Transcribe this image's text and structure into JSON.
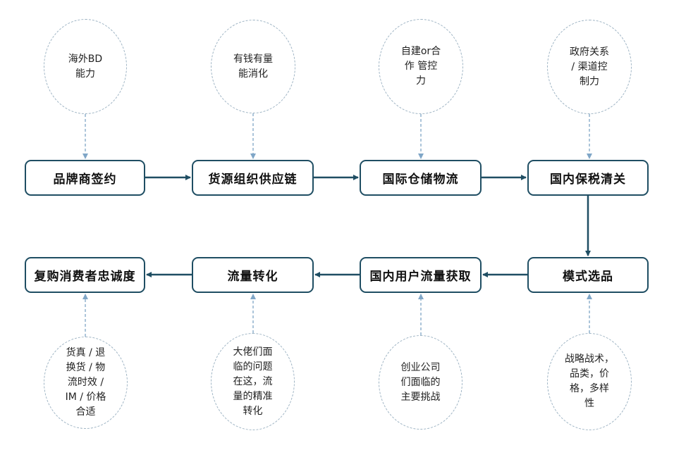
{
  "steps": [
    {
      "id": "p1",
      "label": "品牌商签约"
    },
    {
      "id": "p2",
      "label": "货源组织供应链"
    },
    {
      "id": "p3",
      "label": "国际仓储物流"
    },
    {
      "id": "p4",
      "label": "国内保税清关"
    },
    {
      "id": "p5",
      "label": "模式选品"
    },
    {
      "id": "p6",
      "label": "国内用户流量获取"
    },
    {
      "id": "p7",
      "label": "流量转化"
    },
    {
      "id": "p8",
      "label": "复购消费者忠诚度"
    }
  ],
  "notes": [
    {
      "attaches_to": "p1",
      "text": "海外BD\n能力"
    },
    {
      "attaches_to": "p2",
      "text": "有钱有量\n能消化"
    },
    {
      "attaches_to": "p3",
      "text": "自建or合\n作 管控\n力"
    },
    {
      "attaches_to": "p4",
      "text": "政府关系\n/ 渠道控\n制力"
    },
    {
      "attaches_to": "p8",
      "text": "货真 / 退\n换货 / 物\n流时效 /\nIM / 价格\n合适"
    },
    {
      "attaches_to": "p7",
      "text": "大佬们面\n临的问题\n在这，流\n量的精准\n转化"
    },
    {
      "attaches_to": "p6",
      "text": "创业公司\n们面临的\n主要挑战"
    },
    {
      "attaches_to": "p5",
      "text": "战略战术，\n品类，价\n格，多样\n性"
    }
  ],
  "colors": {
    "box_border": "#1f4e63",
    "flow_arrow": "#1f4e63",
    "note_border": "#9db3c3",
    "note_link": "#7fa6c7"
  }
}
